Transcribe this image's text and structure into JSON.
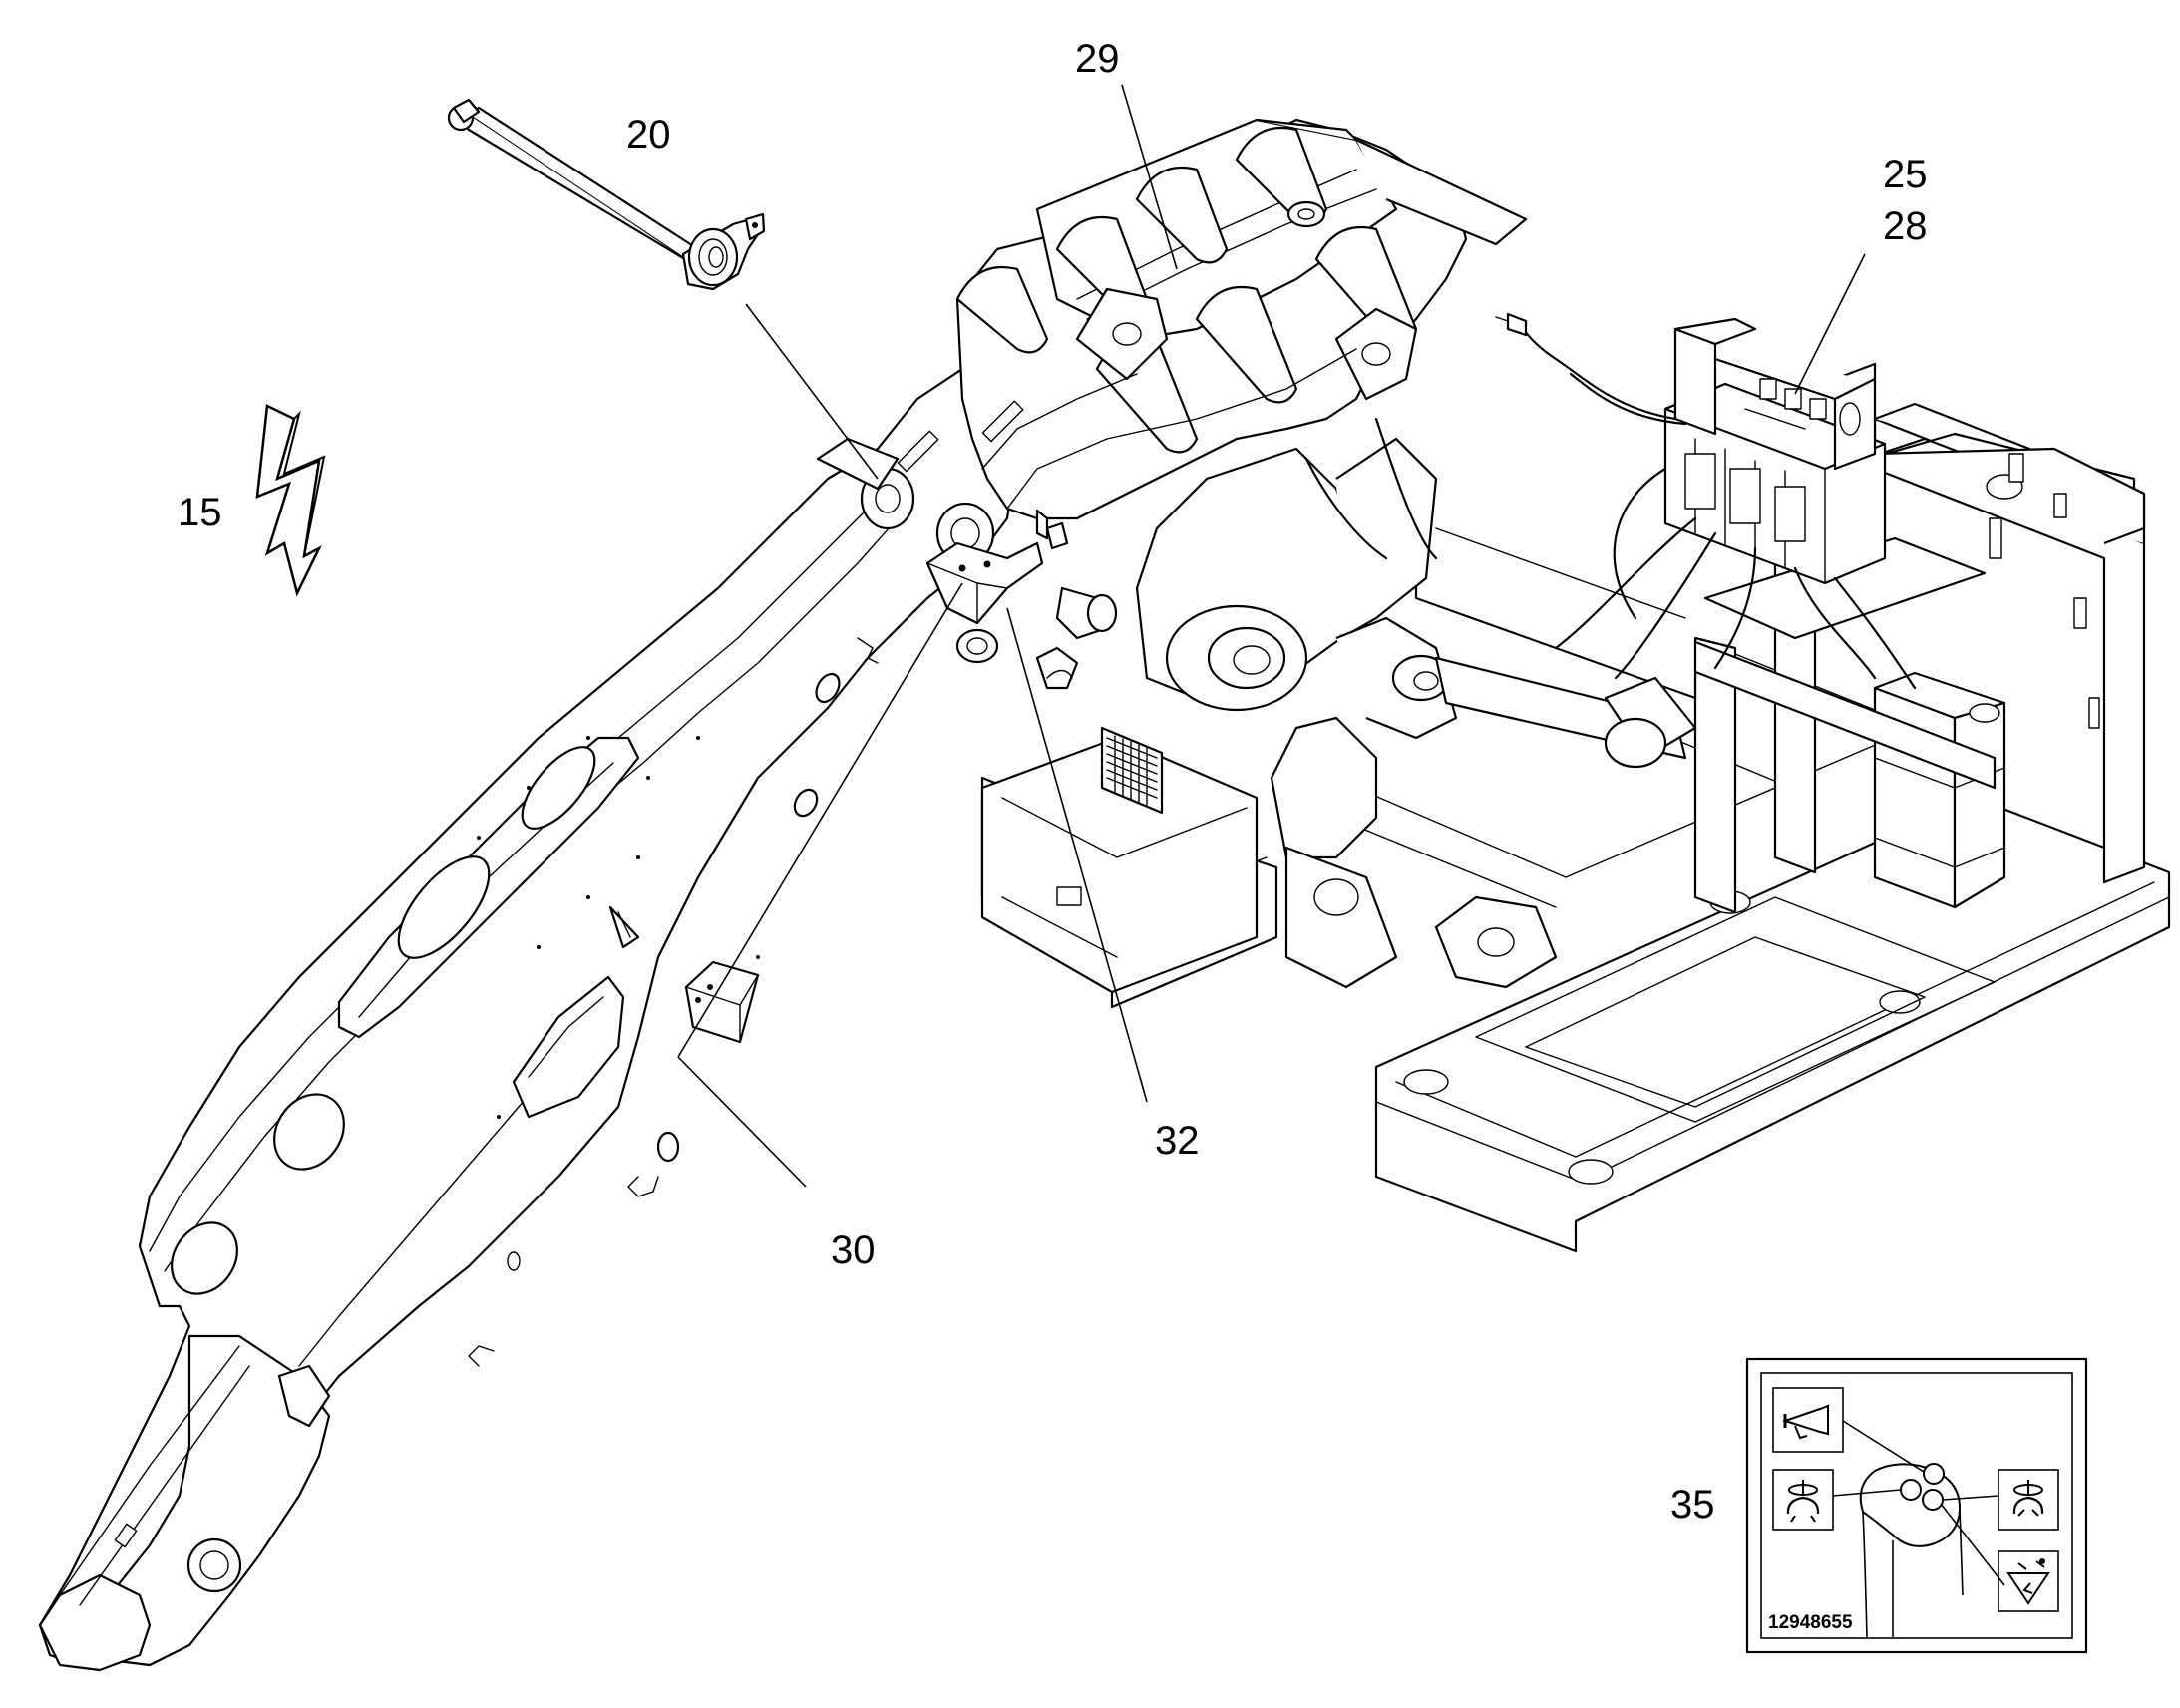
{
  "figure": {
    "callouts": [
      {
        "id": "c20",
        "label": "20"
      },
      {
        "id": "c29",
        "label": "29"
      },
      {
        "id": "c25",
        "label": "25"
      },
      {
        "id": "c28",
        "label": "28"
      },
      {
        "id": "c15",
        "label": "15"
      },
      {
        "id": "c32",
        "label": "32"
      },
      {
        "id": "c30",
        "label": "30"
      },
      {
        "id": "c35",
        "label": "35"
      }
    ],
    "decal": {
      "part_number": "12948655"
    },
    "icons": [
      "electrical-hazard-icon",
      "horn-icon",
      "gripper-open-icon",
      "gripper-close-icon",
      "gripper-rotate-icon",
      "joystick-icon"
    ]
  }
}
